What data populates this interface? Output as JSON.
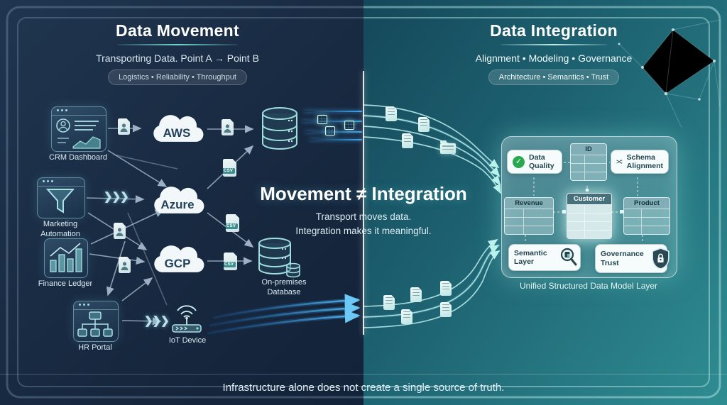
{
  "left": {
    "title": "Data Movement",
    "subtitle": "Transporting Data. Point A → Point B",
    "pill": "Logistics • Reliability • Throughput",
    "sources": {
      "crm": "CRM Dashboard",
      "marketing": "Marketing Automation",
      "finance": "Finance Ledger",
      "hr": "HR Portal"
    },
    "clouds": {
      "aws": "AWS",
      "azure": "Azure",
      "gcp": "GCP"
    },
    "iot": "IoT Device",
    "onprem": "On-premises Database",
    "csv": "CSV"
  },
  "right": {
    "title": "Data Integration",
    "subtitle": "Alignment • Modeling • Governance",
    "pill": "Architecture • Semantics • Trust",
    "panel": {
      "data_quality": "Data Quality",
      "schema_alignment": "Schema Alignment",
      "semantic_layer": "Semantic Layer",
      "governance_trust": "Governance Trust",
      "tables": {
        "id": "ID",
        "revenue": "Revenue",
        "customer": "Customer",
        "product": "Product"
      },
      "caption": "Unified Structured Data Model Layer"
    }
  },
  "center": {
    "headline": "Movement ≠ Integration",
    "sub1": "Transport moves data.",
    "sub2": "Integration makes it meaningful."
  },
  "footer": "Infrastructure alone does not create a single source of truth.",
  "colors": {
    "accent_teal": "#6fd8cd",
    "left_bg": "#16273e",
    "right_bg": "#2f8d92",
    "stream_blue": "#3aa9ef"
  }
}
